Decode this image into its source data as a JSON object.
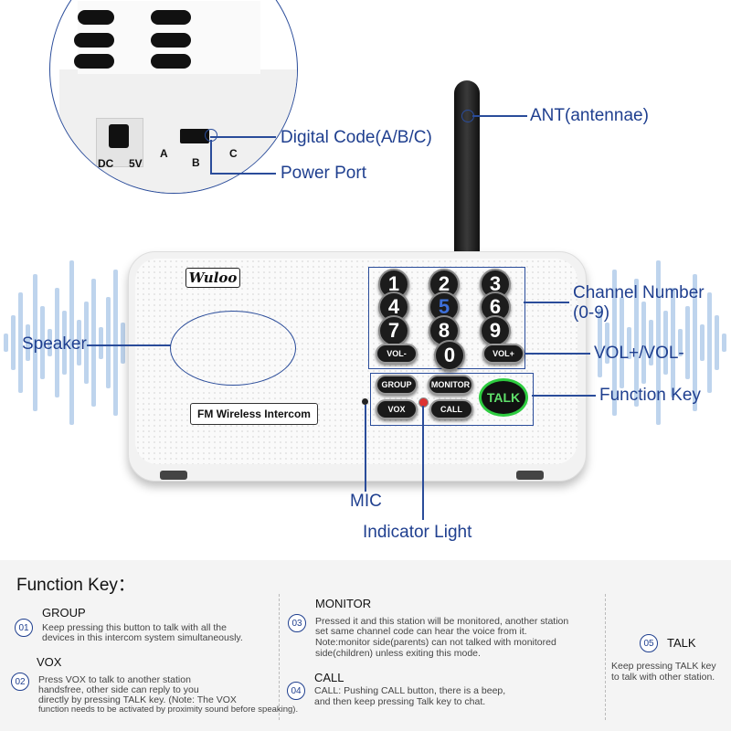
{
  "brand": "Wuloo",
  "device_label": "FM Wireless Intercom",
  "inset": {
    "dc_label": "DC",
    "voltage_label": "5V",
    "switch_labels": [
      "A",
      "B",
      "C"
    ]
  },
  "keypad": {
    "digits": [
      "1",
      "2",
      "3",
      "4",
      "5",
      "6",
      "7",
      "8",
      "9",
      "0"
    ],
    "vol_down": "VOL-",
    "vol_up": "VOL+",
    "group": "GROUP",
    "monitor": "MONITOR",
    "vox": "VOX",
    "call": "CALL",
    "talk": "TALK"
  },
  "callouts": {
    "ant": "ANT(antennae)",
    "digital_code": "Digital Code(A/B/C)",
    "power_port": "Power Port",
    "channel_number_1": "Channel Number",
    "channel_number_2": "(0-9)",
    "speaker": "Speaker",
    "vol": "VOL+/VOL-",
    "function_key": "Function Key",
    "mic": "MIC",
    "indicator": "Indicator Light"
  },
  "function_section": {
    "title": "Function Key：",
    "items": [
      {
        "num": "01",
        "name": "GROUP",
        "desc_1": "Keep pressing this button to talk with all the",
        "desc_2": "devices in this intercom system simultaneously."
      },
      {
        "num": "02",
        "name": "VOX",
        "desc_1": "Press VOX to talk to another station",
        "desc_2": "handsfree, other side can reply to you",
        "desc_3": "directly by pressing TALK key. (Note: The VOX",
        "desc_4": "function needs to be activated by proximity sound before speaking)."
      },
      {
        "num": "03",
        "name": "MONITOR",
        "desc_1": "Pressed it and this station will be monitored, another station",
        "desc_2": "set same channel code can hear the voice from it.",
        "desc_3": "Note:monitor side(parents) can not talked with monitored",
        "desc_4": "side(children) unless exiting this mode."
      },
      {
        "num": "04",
        "name": "CALL",
        "desc_1": "CALL: Pushing CALL button, there is a beep,",
        "desc_2": "and then keep pressing Talk key to chat."
      },
      {
        "num": "05",
        "name": "TALK",
        "desc_1": "Keep pressing TALK key",
        "desc_2": "to talk with other station."
      }
    ]
  },
  "colors": {
    "accent": "#1f3f8f",
    "talk_green": "#2ecc40"
  }
}
